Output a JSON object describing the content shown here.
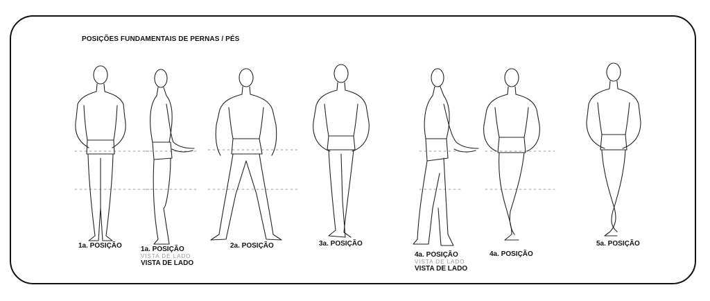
{
  "title": "POSIÇÕES FUNDAMENTAIS DE PERNAS / PÉS",
  "labels": {
    "pos1": "1a. POSIÇÃO",
    "pos1_side": "1a. POSIÇÃO",
    "pos1_side_sub": "VISTA DE LADO",
    "pos1_side_faint": "VISTA DE LADO",
    "pos2": "2a. POSIÇÃO",
    "pos3": "3a. POSIÇÃO",
    "pos4_side": "4a. POSIÇÃO",
    "pos4_side_sub": "VISTA DE LADO",
    "pos4_side_faint": "VISTA DE LADO",
    "pos4": "4a. POSIÇÃO",
    "pos5": "5a. POSIÇÃO"
  }
}
